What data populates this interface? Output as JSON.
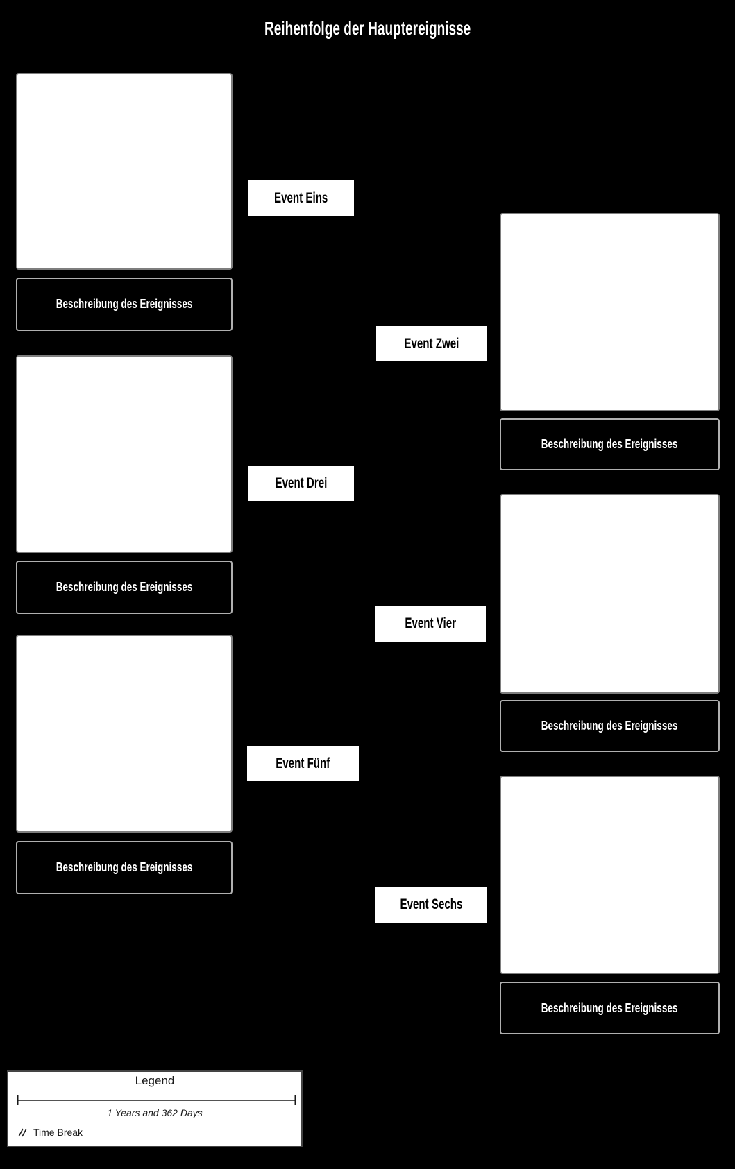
{
  "title": "Reihenfolge der Hauptereignisse",
  "events": [
    {
      "label": "Event Eins",
      "description": "Beschreibung des Ereignisses"
    },
    {
      "label": "Event Zwei",
      "description": "Beschreibung des Ereignisses"
    },
    {
      "label": "Event Drei",
      "description": "Beschreibung des Ereignisses"
    },
    {
      "label": "Event Vier",
      "description": "Beschreibung des Ereignisses"
    },
    {
      "label": "Event Fünf",
      "description": "Beschreibung des Ereignisses"
    },
    {
      "label": "Event Sechs",
      "description": "Beschreibung des Ereignisses"
    }
  ],
  "legend": {
    "title": "Legend",
    "duration_label": "1 Years and 362 Days",
    "time_break_label": "Time Break",
    "icons": {
      "time_break": "double-slash-icon",
      "scale": "time-scale-line"
    }
  },
  "colors": {
    "bg": "#000000",
    "box_fill": "#ffffff",
    "box_border": "#7e7e7e",
    "caption_fill": "#000000",
    "caption_border": "#b0b0b0",
    "caption_text": "#ffffff",
    "label_fill": "#ffffff",
    "label_text": "#000000",
    "legend_fill": "#ffffff",
    "legend_border": "#444444",
    "legend_text": "#1a1a1a"
  }
}
